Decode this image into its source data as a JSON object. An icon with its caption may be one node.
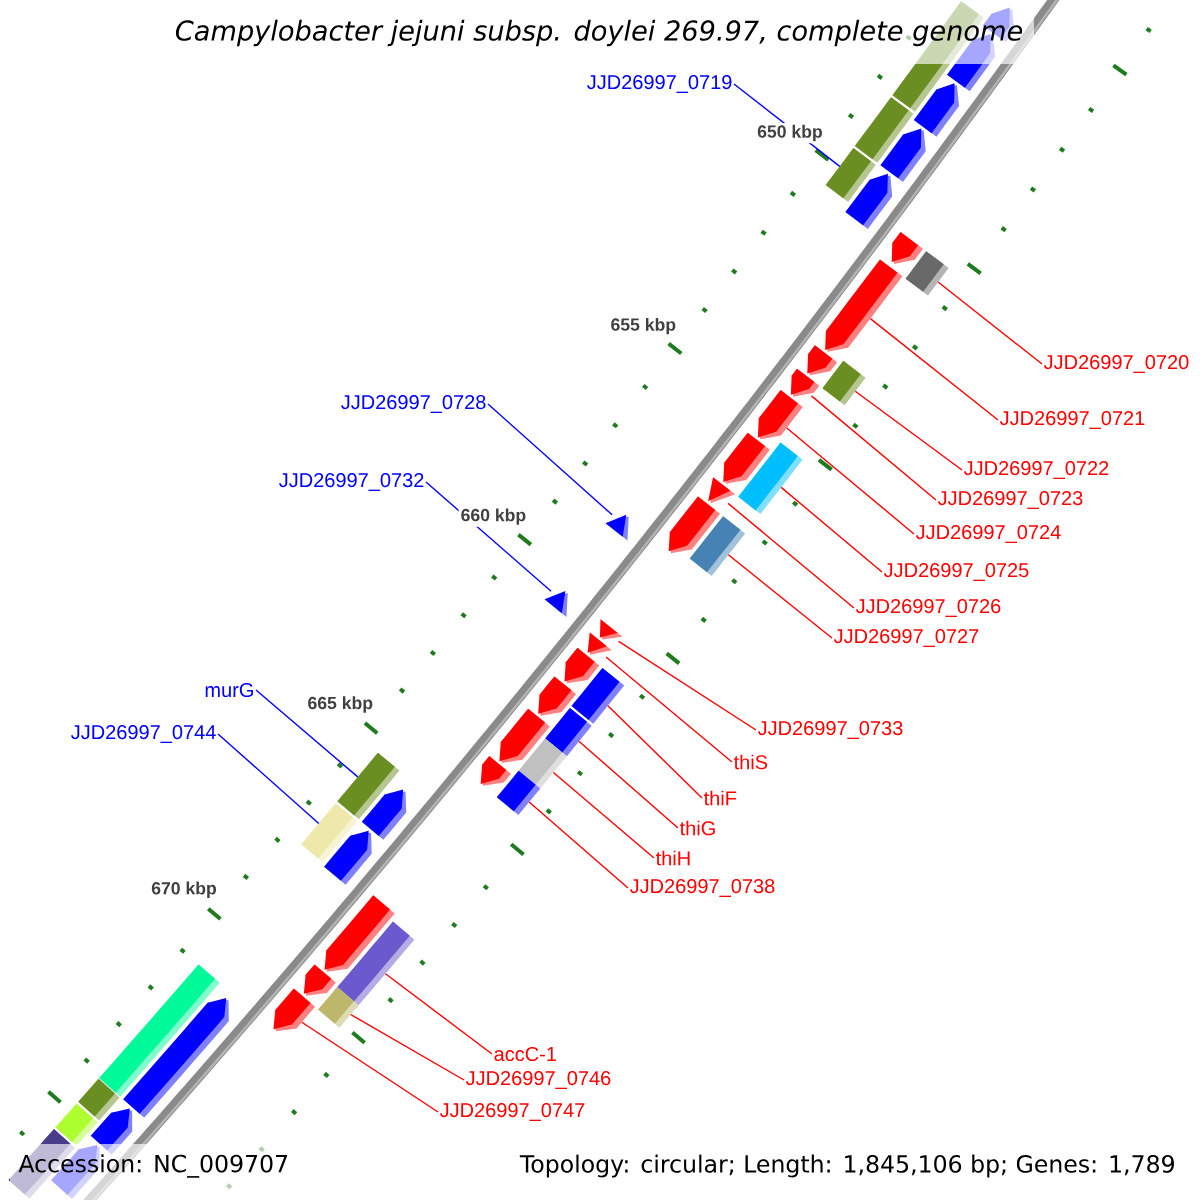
{
  "diagram": {
    "title": "Campylobacter jejuni subsp. doylei 269.97, complete genome",
    "nodes": [
      {
        "text": [
          "JJD26997_0719"
        ]
      },
      {
        "text": [
          "JJD26997_0720"
        ]
      },
      {
        "text": [
          "JJD26997_0728"
        ]
      },
      {
        "text": [
          "JJD26997_0721"
        ]
      },
      {
        "text": [
          "JJD26997_0722"
        ]
      },
      {
        "text": [
          "JJD26997_0732"
        ]
      },
      {
        "text": [
          "JJD26997_0723"
        ]
      },
      {
        "text": [
          "JJD26997_0724"
        ]
      },
      {
        "text": [
          "JJD26997_0725"
        ]
      },
      {
        "text": [
          "JJD26997_0726"
        ]
      },
      {
        "text": [
          "JJD26997_0727"
        ]
      },
      {
        "text": [
          "murG"
        ]
      },
      {
        "text": [
          "JJD26997_0733"
        ]
      },
      {
        "text": [
          "JJD26997_0744"
        ]
      },
      {
        "text": [
          "thiS"
        ]
      },
      {
        "text": [
          "thiF"
        ]
      },
      {
        "text": [
          "thiG"
        ]
      },
      {
        "text": [
          "thiH"
        ]
      },
      {
        "text": [
          "JJD26997_0738"
        ]
      },
      {
        "text": [
          "accC-1"
        ]
      },
      {
        "text": [
          "JJD26997_0746"
        ]
      },
      {
        "text": [
          "JJD26997_0747"
        ]
      },
      {
        "text": [],
        "shape": "arrow"
      },
      {
        "text": [],
        "shape": "box"
      },
      {
        "text": [],
        "shape": "arrow"
      },
      {
        "text": [],
        "shape": "arrow"
      },
      {
        "text": [],
        "shape": "box"
      },
      {
        "text": [],
        "shape": "arrow"
      },
      {
        "text": [],
        "shape": "box"
      },
      {
        "text": [],
        "shape": "arrow"
      },
      {
        "text": [],
        "shape": "arrow"
      },
      {
        "text": [],
        "shape": "box"
      },
      {
        "text": [],
        "shape": "arrow"
      },
      {
        "text": [],
        "shape": "arrow"
      },
      {
        "text": [],
        "shape": "box"
      },
      {
        "text": [],
        "shape": "arrow"
      },
      {
        "text": [],
        "shape": "arrow"
      },
      {
        "text": [],
        "shape": "arrow"
      },
      {
        "text": [],
        "shape": "box"
      },
      {
        "text": [],
        "shape": "arrow"
      },
      {
        "text": [],
        "shape": "arrow"
      },
      {
        "text": [],
        "shape": "arrow"
      },
      {
        "text": [],
        "shape": "box"
      },
      {
        "text": [],
        "shape": "arrow"
      },
      {
        "text": [],
        "shape": "arrow"
      },
      {
        "text": [],
        "shape": "arrow"
      },
      {
        "text": [],
        "shape": "arrow"
      },
      {
        "text": [],
        "shape": "box"
      },
      {
        "text": [],
        "shape": "arrow"
      },
      {
        "text": [],
        "shape": "box"
      },
      {
        "text": [],
        "shape": "arrow"
      },
      {
        "text": [],
        "shape": "box"
      },
      {
        "text": [],
        "shape": "arrow"
      },
      {
        "text": [],
        "shape": "box"
      },
      {
        "text": [],
        "shape": "box"
      },
      {
        "text": [],
        "shape": "arrow"
      },
      {
        "text": [],
        "shape": "box"
      },
      {
        "text": [],
        "shape": "arrow"
      },
      {
        "text": [],
        "shape": "arrow"
      },
      {
        "text": [],
        "shape": "box"
      },
      {
        "text": [],
        "shape": "arrow"
      },
      {
        "text": [],
        "shape": "box"
      },
      {
        "text": [],
        "shape": "arrow"
      },
      {
        "text": [],
        "shape": "box"
      },
      {
        "text": [],
        "shape": "arrow"
      },
      {
        "text": [],
        "shape": "box"
      },
      {
        "text": [],
        "shape": "box"
      },
      {
        "text": [],
        "shape": "arrow"
      },
      {
        "text": [],
        "shape": "box"
      },
      {
        "text": [],
        "shape": "arrow"
      }
    ],
    "edges": [
      {
        "from": 0,
        "to": 28,
        "arrow": "none",
        "color": "#0000ff"
      },
      {
        "from": 1,
        "to": 31,
        "arrow": "none"
      },
      {
        "from": 2,
        "to": 40,
        "arrow": "none",
        "color": "#0000ff"
      },
      {
        "from": 3,
        "to": 32,
        "arrow": "none"
      },
      {
        "from": 4,
        "to": 34,
        "arrow": "none"
      },
      {
        "from": 5,
        "to": 43,
        "arrow": "none",
        "color": "#0000ff"
      },
      {
        "from": 6,
        "to": 35,
        "arrow": "none"
      },
      {
        "from": 7,
        "to": 36,
        "arrow": "none"
      },
      {
        "from": 8,
        "to": 38,
        "arrow": "none"
      },
      {
        "from": 9,
        "to": 39,
        "arrow": "none"
      },
      {
        "from": 10,
        "to": 42,
        "arrow": "none"
      },
      {
        "from": 11,
        "to": 53,
        "arrow": "none",
        "color": "#0000ff"
      },
      {
        "from": 12,
        "to": 44,
        "arrow": "none"
      },
      {
        "from": 13,
        "to": 56,
        "arrow": "none",
        "color": "#0000ff"
      },
      {
        "from": 14,
        "to": 45,
        "arrow": "none"
      },
      {
        "from": 15,
        "to": 47,
        "arrow": "none"
      },
      {
        "from": 16,
        "to": 49,
        "arrow": "none"
      },
      {
        "from": 17,
        "to": 51,
        "arrow": "none"
      },
      {
        "from": 18,
        "to": 54,
        "arrow": "none"
      },
      {
        "from": 19,
        "to": 59,
        "arrow": "none"
      },
      {
        "from": 20,
        "to": 61,
        "arrow": "none"
      },
      {
        "from": 21,
        "to": 62,
        "arrow": "none"
      }
    ],
    "labels": [
      "650 kbp",
      "655 kbp",
      "660 kbp",
      "665 kbp",
      "670 kbp",
      "Accession: NC_009707",
      "Topology: circular; Length: 1,845,106 bp; Genes: 1,789"
    ]
  }
}
